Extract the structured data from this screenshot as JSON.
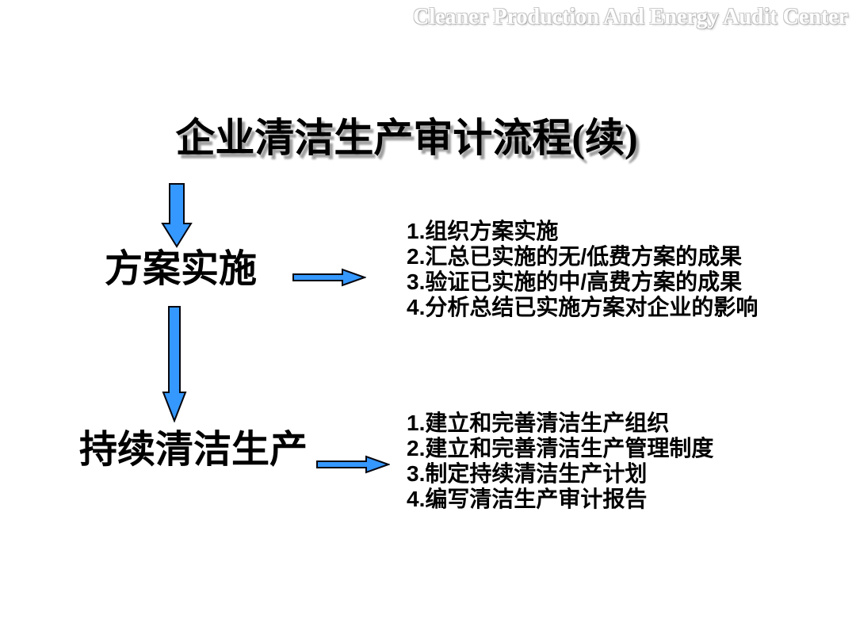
{
  "header": {
    "brand": "Cleaner Production And Energy Audit Center"
  },
  "title": "企业清洁生产审计流程(续)",
  "colors": {
    "arrow_fill": "#3598fe",
    "arrow_stroke": "#06060e",
    "title_shadow": "#a0a0a0"
  },
  "flow": {
    "steps": [
      {
        "label": "方案实施",
        "items": [
          {
            "num": "1.",
            "text": "组织方案实施"
          },
          {
            "num": "2.",
            "text": "汇总已实施的无/低费方案的成果"
          },
          {
            "num": "3.",
            "text": "验证已实施的中/高费方案的成果"
          },
          {
            "num": "4.",
            "text": "分析总结已实施方案对企业的影响"
          }
        ]
      },
      {
        "label": "持续清洁生产",
        "items": [
          {
            "num": "1.",
            "text": "建立和完善清洁生产组织"
          },
          {
            "num": "2.",
            "text": "建立和完善清洁生产管理制度"
          },
          {
            "num": "3.",
            "text": "制定持续清洁生产计划"
          },
          {
            "num": "4.",
            "text": "编写清洁生产审计报告"
          }
        ]
      }
    ]
  }
}
